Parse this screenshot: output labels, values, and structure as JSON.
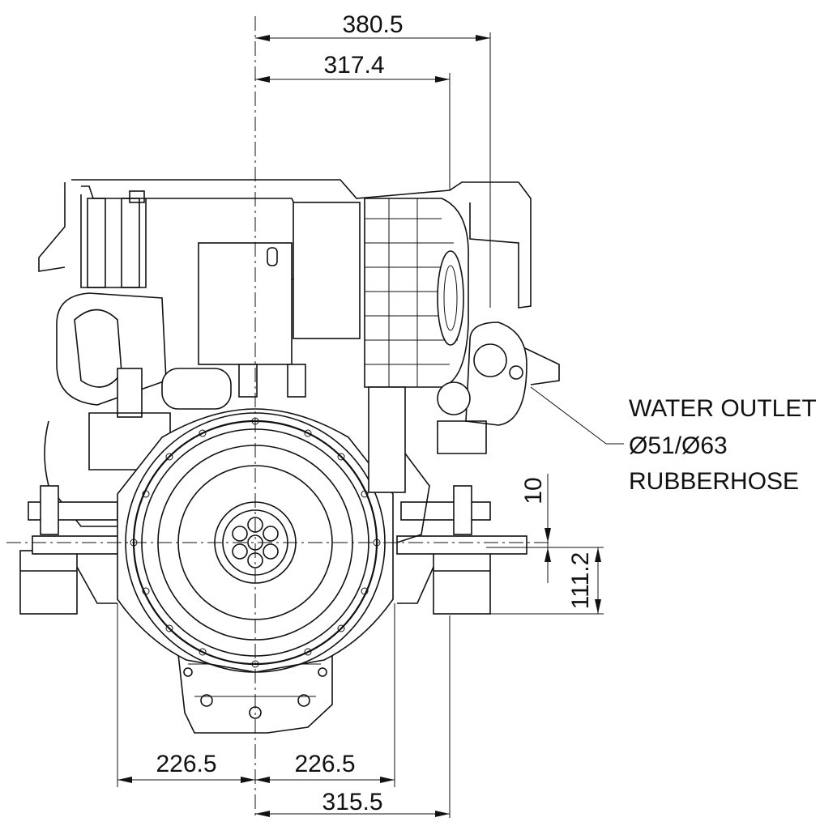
{
  "dimensions": {
    "top_width_outer": "380.5",
    "top_width_inner": "317.4",
    "bottom_left_half": "226.5",
    "bottom_right_half": "226.5",
    "bottom_width": "315.5",
    "vertical_small": "10",
    "vertical_height": "111.2"
  },
  "callout": {
    "line1": "WATER OUTLET",
    "line2": "Ø51/Ø63",
    "line3": "RUBBERHOSE"
  }
}
